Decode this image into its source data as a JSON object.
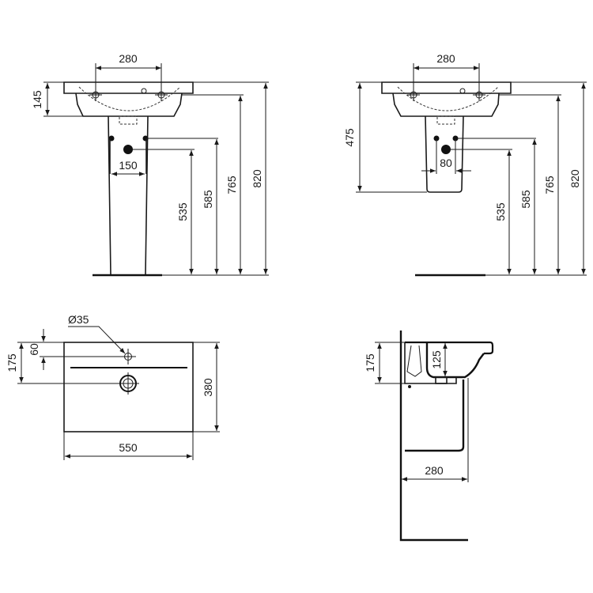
{
  "title": "Washbasin technical dimensions drawing",
  "units": "mm",
  "colors": {
    "line": "#1a1a1a",
    "background": "#ffffff"
  },
  "views": {
    "front_pedestal": {
      "tap_spacing": "280",
      "basin_depth": "145",
      "waste_spacing": "150",
      "waste_height": "535",
      "supply_height": "585",
      "basin_underside_height": "765",
      "rim_height": "820"
    },
    "front_semi_pedestal": {
      "tap_spacing": "280",
      "pedestal_drop": "475",
      "waste_spacing": "80",
      "waste_height": "535",
      "supply_height": "585",
      "basin_underside_height": "765",
      "rim_height": "820"
    },
    "plan": {
      "tap_hole_diameter": "Ø35",
      "tap_hole_offset": "60",
      "waste_offset": "175",
      "depth": "380",
      "width": "550"
    },
    "side_section": {
      "overall_height": "175",
      "bowl_depth": "125",
      "projection": "280"
    }
  }
}
